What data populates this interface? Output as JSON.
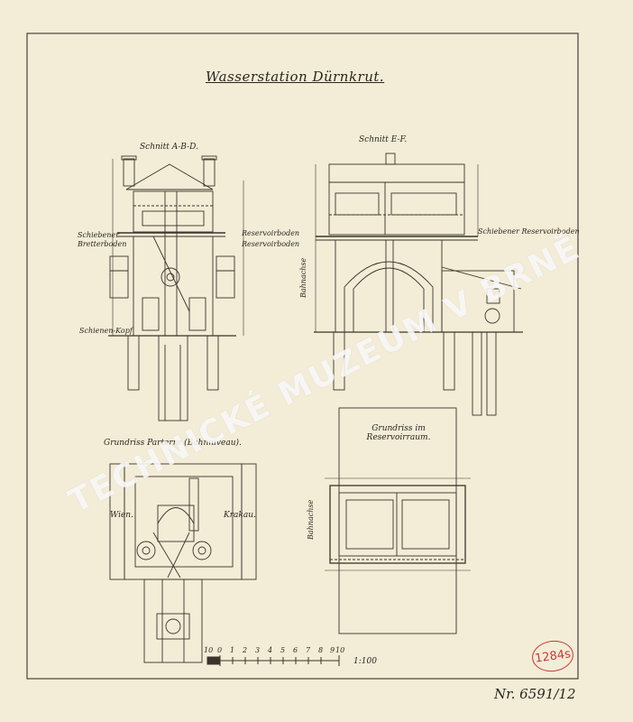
{
  "title": "Wasserstation Dürnkrut.",
  "views": {
    "section_ab": "Schnitt A-B-D.",
    "section_ef": "Schnitt E-F.",
    "plan_ground": "Grundriss Parterre (Bahnniveau).",
    "plan_reservoir": "Grundriss im Reservoirraum."
  },
  "annotations": {
    "left_a": "Schiebener",
    "left_b": "Bretterboden",
    "right_a": "Reservoirboden",
    "right_b": "Reservoirboden",
    "ef_note": "Schiebener Reservoirboden",
    "rail": "Schienen-Kopf",
    "track": "Bahnachse",
    "track_plan": "Bahnachse",
    "wien": "Wien.",
    "krakau": "Krakau."
  },
  "scale": {
    "label": "1:100",
    "ticks": [
      "10",
      "0",
      "1",
      "2",
      "3",
      "4",
      "5",
      "6",
      "7",
      "8",
      "9",
      "10"
    ]
  },
  "watermark": "TECHNICKÉ MUZEUM V BRNĚ",
  "stamp": "1284s",
  "inventory": "Nr. 6591/12"
}
